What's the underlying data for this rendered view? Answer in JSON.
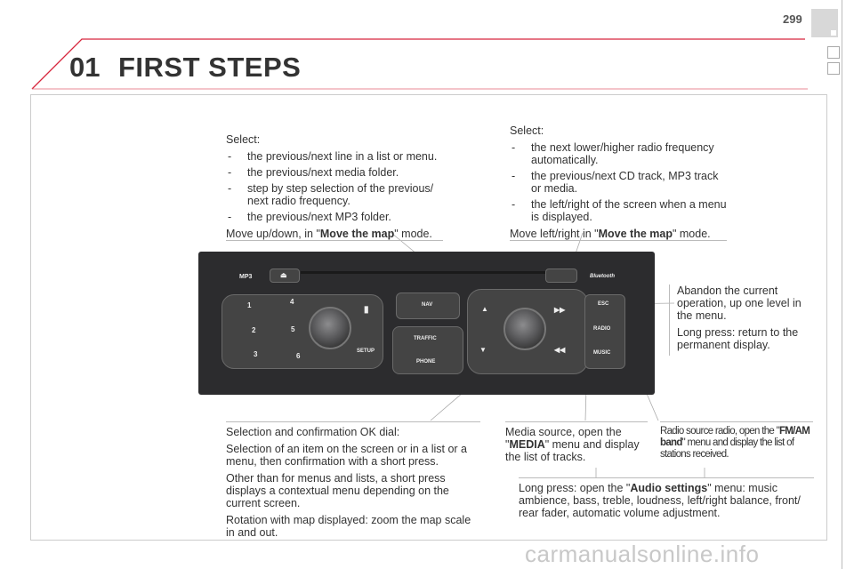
{
  "page": {
    "number": "299"
  },
  "chapter": {
    "number": "01",
    "title": "FIRST STEPS"
  },
  "callouts": {
    "up_down": {
      "select": "Select:",
      "items": [
        "the previous/next line in a list or menu.",
        "the previous/next media folder.",
        "step by step selection of the previous/ next radio frequency.",
        "the previous/next MP3 folder."
      ],
      "move_pre": "Move up/down, in \"",
      "move_bold": "Move the map",
      "move_post": "\" mode."
    },
    "left_right": {
      "select": "Select:",
      "items": [
        "the next lower/higher radio frequency automatically.",
        "the previous/next CD track, MP3 track or media.",
        "the left/right of the screen when a menu is displayed."
      ],
      "move_pre": "Move left/right in \"",
      "move_bold": "Move the map",
      "move_post": "\" mode."
    },
    "esc": {
      "p1": "Abandon the current operation, up one level in the menu.",
      "p2": "Long press: return to the permanent display."
    },
    "dial": {
      "p1": "Selection and confirmation OK dial:",
      "p2": "Selection of an item on the screen or in a list or a menu, then confirmation with a short press.",
      "p3": "Other than for menus and lists, a short press displays a contextual menu depending on the current screen.",
      "p4": "Rotation with map displayed: zoom the map scale in and out."
    },
    "music": {
      "pre": "Media source, open the \"",
      "bold": "MEDIA",
      "post": "\" menu and display the list of tracks."
    },
    "radio": {
      "pre": "Radio source radio, open the \"",
      "bold": "FM/AM band",
      "post": "\" menu and display the list of stations received."
    },
    "audio": {
      "pre": "Long press: open the \"",
      "bold": "Audio settings",
      "post": "\" menu: music ambience, bass, treble, loudness, left/right balance, front/ rear fader, automatic volume adjustment."
    }
  },
  "panel": {
    "mp3_label": "MP3",
    "bluetooth_label": "Bluetooth",
    "presets": [
      "1",
      "2",
      "3",
      "4",
      "5",
      "6"
    ],
    "setup_label": "SETUP",
    "nav_label": "NAV",
    "traffic_label": "TRAFFIC",
    "phone_label": "PHONE",
    "esc_label": "ESC",
    "radio_label": "RADIO",
    "music_label": "MUSIC",
    "up_arrow": "▲",
    "down_arrow": "▼",
    "next_arrow": "▶▶",
    "prev_arrow": "◀◀",
    "eject_symbol": "⏏"
  },
  "watermark": "carmanualsonline.info",
  "colors": {
    "accent_red": "#d7263d",
    "panel": "#2c2c2e",
    "text": "#333333",
    "watermark": "#c8c8c8"
  }
}
